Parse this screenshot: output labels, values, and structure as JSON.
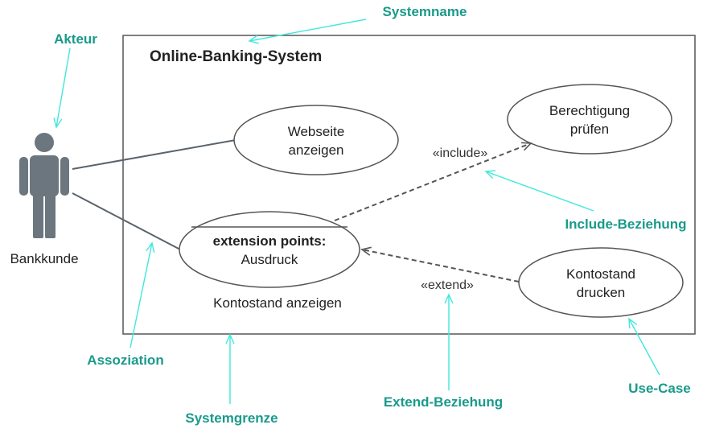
{
  "system": {
    "title": "Online-Banking-System"
  },
  "actor": {
    "name": "Bankkunde"
  },
  "use_cases": {
    "show_website": {
      "line1": "Webseite",
      "line2": "anzeigen"
    },
    "check_authorization": {
      "line1": "Berechtigung",
      "line2": "prüfen"
    },
    "show_balance": {
      "extension_points_header": "extension points:",
      "extension_point": "Ausdruck",
      "name": "Kontostand anzeigen"
    },
    "print_balance": {
      "line1": "Kontostand",
      "line2": "drucken"
    }
  },
  "relationships": {
    "include_stereotype": "«include»",
    "extend_stereotype": "«extend»"
  },
  "annotations": {
    "systemname": "Systemname",
    "akteur": "Akteur",
    "include_beziehung": "Include-Beziehung",
    "assoziation": "Assoziation",
    "systemgrenze": "Systemgrenze",
    "extend_beziehung": "Extend-Beziehung",
    "use_case": "Use-Case"
  },
  "colors": {
    "annotation_text": "#1a9a8a",
    "annotation_arrow": "#40e8dc",
    "actor_fill": "#6b767f",
    "line": "#5a636b",
    "dashed": "#555555",
    "border": "#555555"
  }
}
